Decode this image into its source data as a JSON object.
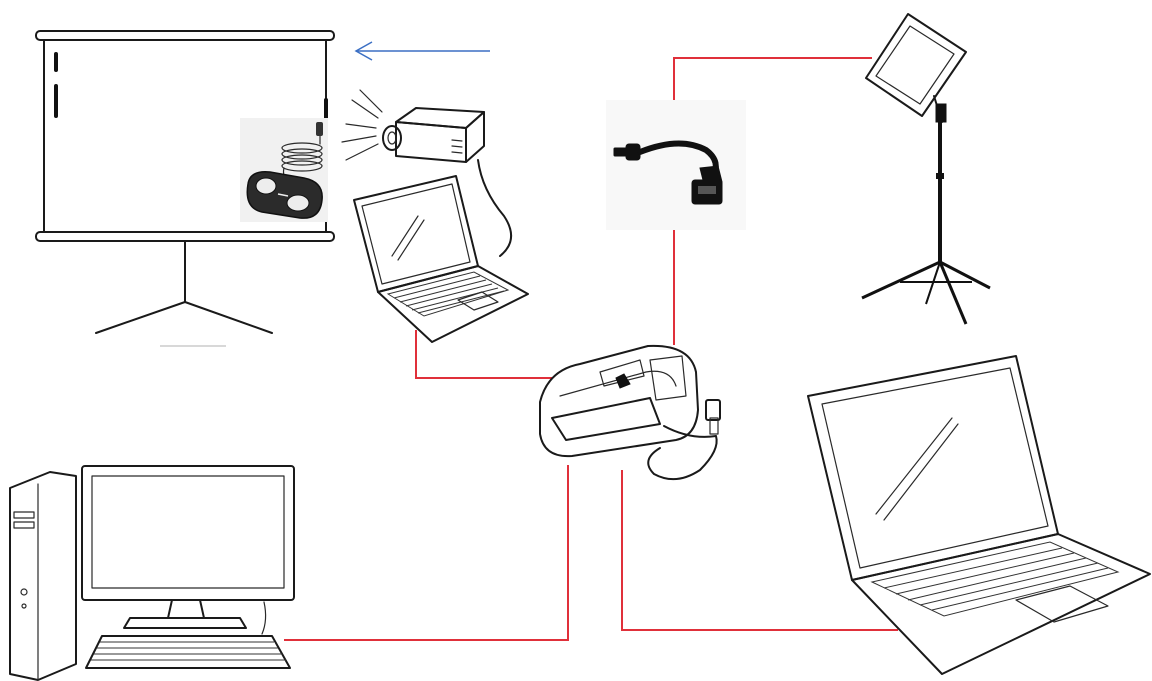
{
  "colors": {
    "connection_line": "#e0303a",
    "arrow": "#3b6fc4",
    "device_outline": "#1a1a1a",
    "footswitch_body": "#2b2b2b",
    "adapter_cable": "#111111"
  },
  "devices": [
    {
      "id": "projector-screen",
      "icon": "projector-screen-icon"
    },
    {
      "id": "foot-pedal",
      "icon": "foot-pedal-icon"
    },
    {
      "id": "projector",
      "icon": "projector-icon"
    },
    {
      "id": "laptop-small",
      "icon": "laptop-icon"
    },
    {
      "id": "usb-otg-adapter",
      "icon": "usb-otg-adapter-icon"
    },
    {
      "id": "tablet-on-tripod",
      "icon": "tablet-stand-icon"
    },
    {
      "id": "hub-device",
      "icon": "usb-hub-icon"
    },
    {
      "id": "laptop-large",
      "icon": "laptop-icon"
    },
    {
      "id": "desktop-computer",
      "icon": "desktop-computer-icon"
    }
  ],
  "connections": [
    {
      "from": "laptop-small",
      "to": "hub-device"
    },
    {
      "from": "usb-otg-adapter",
      "to": "tablet-on-tripod"
    },
    {
      "from": "usb-otg-adapter",
      "to": "hub-device"
    },
    {
      "from": "hub-device",
      "to": "desktop-computer"
    },
    {
      "from": "hub-device",
      "to": "laptop-large"
    }
  ],
  "arrows": [
    {
      "direction": "left",
      "points_to": "projector-screen"
    }
  ]
}
